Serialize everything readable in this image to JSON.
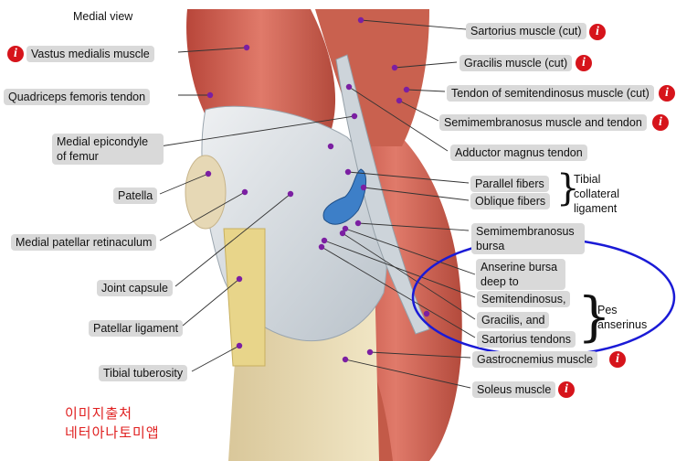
{
  "view_title": "Medial view",
  "labels": {
    "vastus_medialis": "Vastus medialis muscle",
    "quadriceps_tendon": "Quadriceps femoris tendon",
    "medial_epicondyle": "Medial epicondyle of femur",
    "patella": "Patella",
    "medial_patellar_retinaculum": "Medial patellar retinaculum",
    "joint_capsule": "Joint capsule",
    "patellar_ligament": "Patellar ligament",
    "tibial_tuberosity": "Tibial tuberosity",
    "sartorius_cut": "Sartorius muscle (cut)",
    "gracilis_cut": "Gracilis muscle (cut)",
    "semitendinosus_tendon_cut": "Tendon of semitendinosus muscle (cut)",
    "semimembranosus_muscle_tendon": "Semimembranosus muscle and tendon",
    "adductor_magnus_tendon": "Adductor magnus tendon",
    "parallel_fibers": "Parallel fibers",
    "oblique_fibers": "Oblique fibers",
    "tibial_collateral_ligament": "Tibial collateral ligament",
    "semimembranosus_bursa": "Semimembranosus bursa",
    "anserine_bursa": "Anserine bursa deep to",
    "semitendinosus": "Semitendinosus,",
    "gracilis_and": "Gracilis, and",
    "sartorius_tendons": "Sartorius tendons",
    "pes_anserinus": "Pes anserinus",
    "gastrocnemius": "Gastrocnemius muscle",
    "soleus": "Soleus muscle"
  },
  "info_glyph": "i",
  "watermark": {
    "line1": "이미지출처",
    "line2": "네터아나토미앱"
  },
  "colors": {
    "label_bg": "#d9d9d9",
    "info_red": "#d6141b",
    "pin": "#7b1fa2",
    "highlight_ellipse": "#1a1ad6",
    "watermark": "#e02020"
  }
}
